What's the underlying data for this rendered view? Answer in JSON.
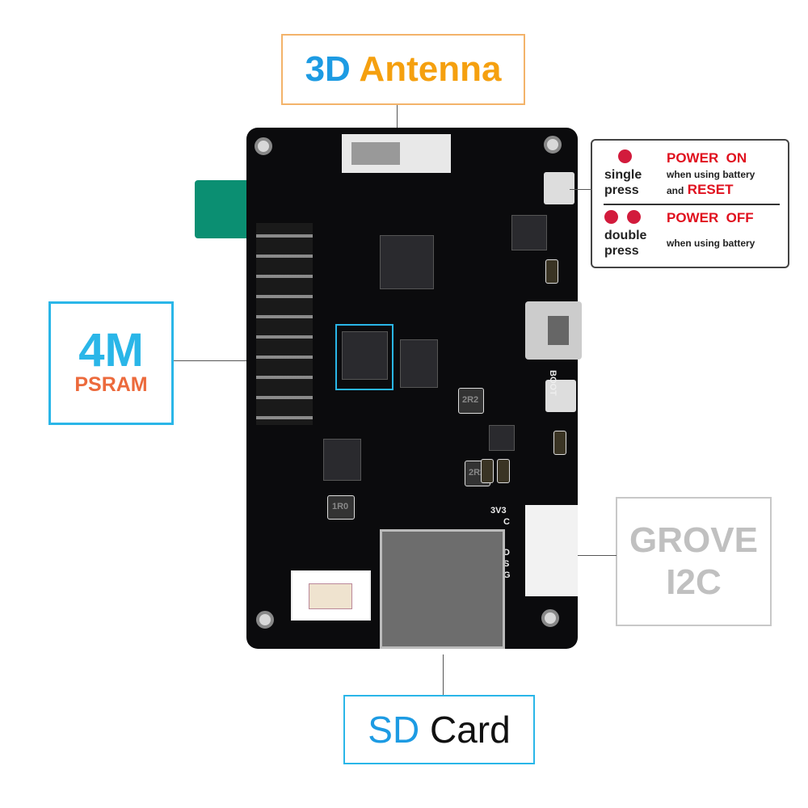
{
  "labels": {
    "antenna": {
      "part1": "3D",
      "part2": "Antenna"
    },
    "psram": {
      "size": "4M",
      "name": "PSRAM"
    },
    "grove": {
      "line1": "GROVE",
      "line2": "I2C"
    },
    "sd": {
      "part1": "SD",
      "part2": "Card"
    }
  },
  "power_box": {
    "single_press": "single press",
    "power_on": "POWER  ON",
    "when_using_battery_1": "when using battery",
    "and": "and",
    "reset": "RESET",
    "double_press": "double press",
    "power_off": "POWER  OFF",
    "when_using_battery_2": "when using battery"
  },
  "silkscreen": {
    "boot": "BOOT",
    "inductor1": "2R2",
    "inductor2": "2R2",
    "inductor3": "1R0",
    "v33": "3V3",
    "c": "C",
    "d": "D",
    "s": "S",
    "g": "G"
  },
  "colors": {
    "blue": "#1d9be3",
    "orange": "#f5a00f",
    "psram_red": "#ec6a3c",
    "grey": "#c0c0c0",
    "red": "#e0101e",
    "board": "#0b0b0d"
  }
}
